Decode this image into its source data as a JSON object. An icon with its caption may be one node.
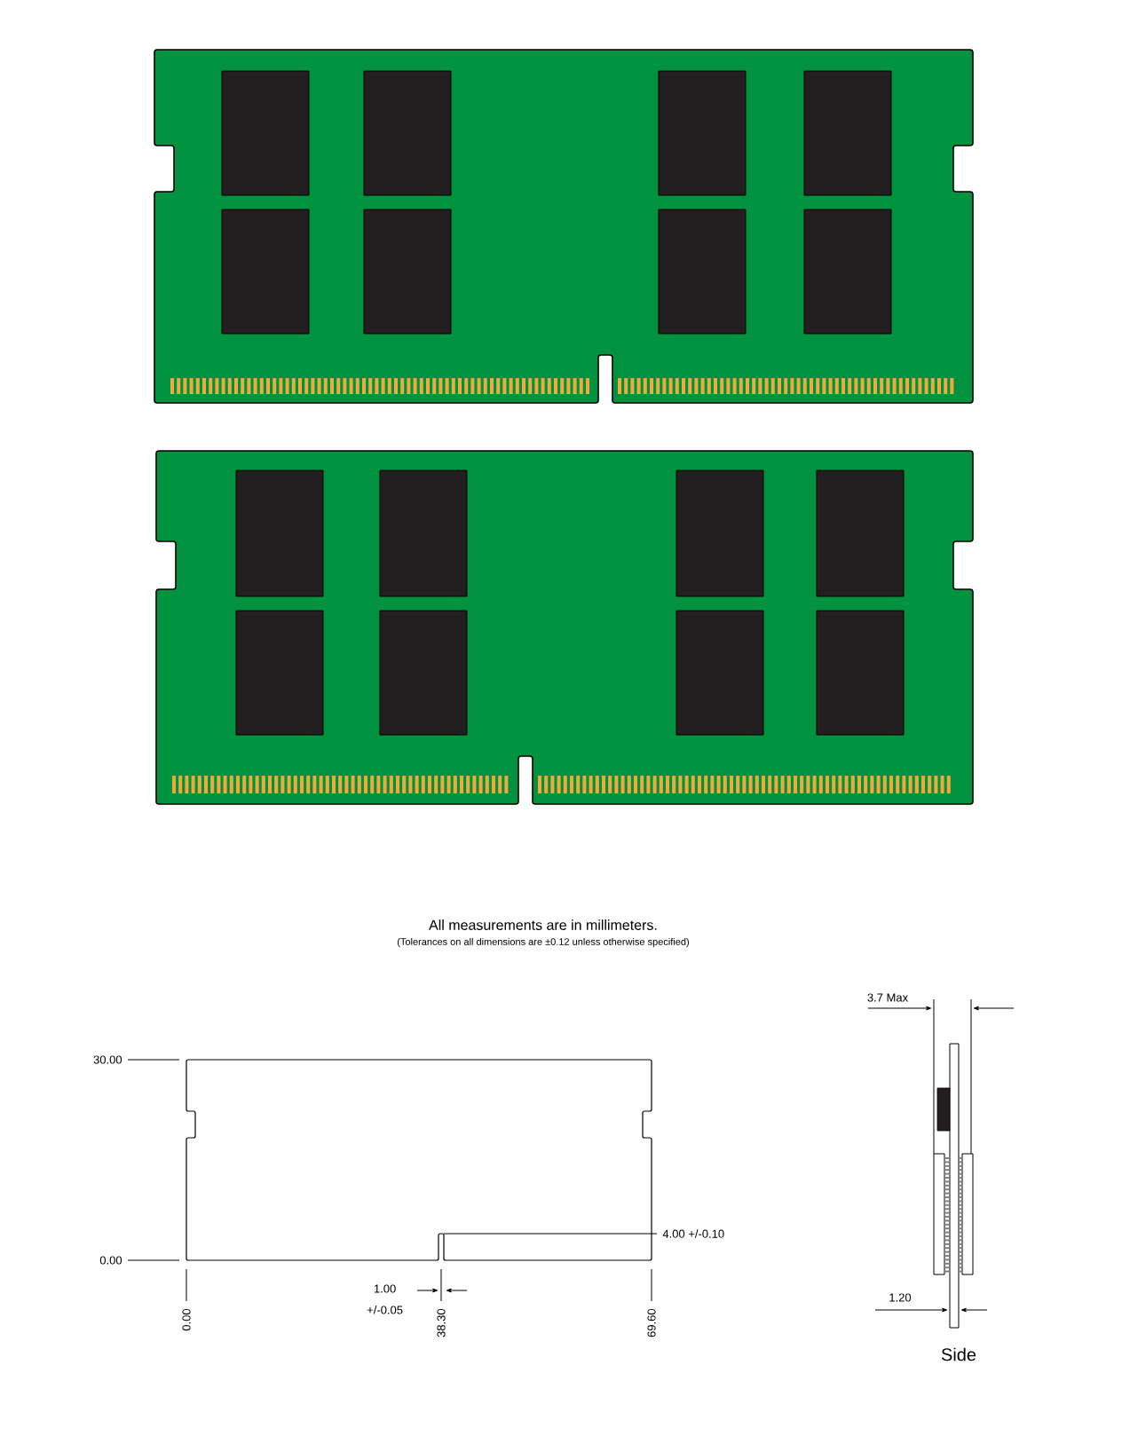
{
  "diagram": {
    "labels": [
      "All measurements are in millimeters.",
      "(Tolerances on all dimensions are ±0.12 unless otherwise specified)",
      "3.7 Max",
      "30.00",
      "4.00 +/-0.10",
      "0.00",
      "1.00 +/-0.05",
      "1.20",
      "0.00",
      "38.30",
      "69.60",
      "Side"
    ]
  }
}
